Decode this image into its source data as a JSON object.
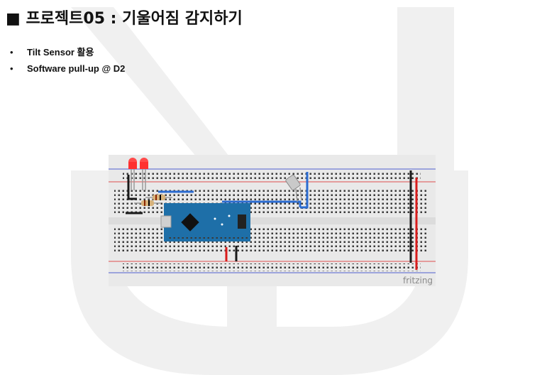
{
  "slide": {
    "title": "■ 프로젝트05 : 기울어짐 감지하기",
    "bullets": [
      {
        "marker": "•",
        "text": "Tilt Sensor 활용"
      },
      {
        "marker": "•",
        "text": "Software pull-up  @  D2"
      }
    ]
  },
  "figure": {
    "credit": "fritzing",
    "components": [
      "breadboard",
      "arduino-nano",
      "red-led",
      "red-led",
      "resistor",
      "resistor",
      "tilt-sensor",
      "jumper-wires"
    ]
  },
  "colors": {
    "watermark": "#f0f0f0",
    "board": "#e9e9e9",
    "arduino": "#1e6fa8",
    "wire_blue": "#2a6bd1",
    "wire_red": "#d91c1c",
    "wire_black": "#1a1a1a",
    "rail_red": "#e05050",
    "rail_blue": "#5060d0"
  }
}
